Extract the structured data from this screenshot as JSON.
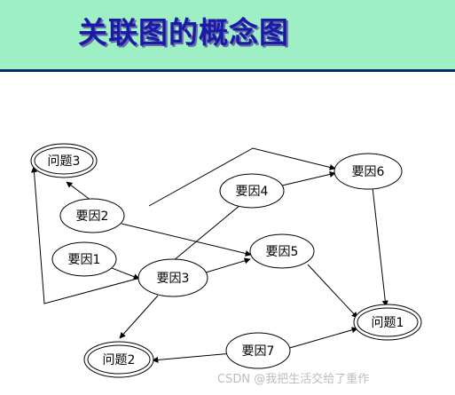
{
  "header": {
    "title": "关联图的概念图",
    "background": "#9ef0c4",
    "title_color": "#1a1aa8"
  },
  "diagram": {
    "nodes": {
      "problem3": "问题3",
      "factor2": "要因2",
      "factor1": "要因1",
      "factor3": "要因3",
      "factor4": "要因4",
      "factor5": "要因5",
      "factor6": "要因6",
      "problem1": "问题1",
      "factor7": "要因7",
      "problem2": "问题2"
    }
  },
  "watermark": "CSDN @我把生活交给了重作"
}
